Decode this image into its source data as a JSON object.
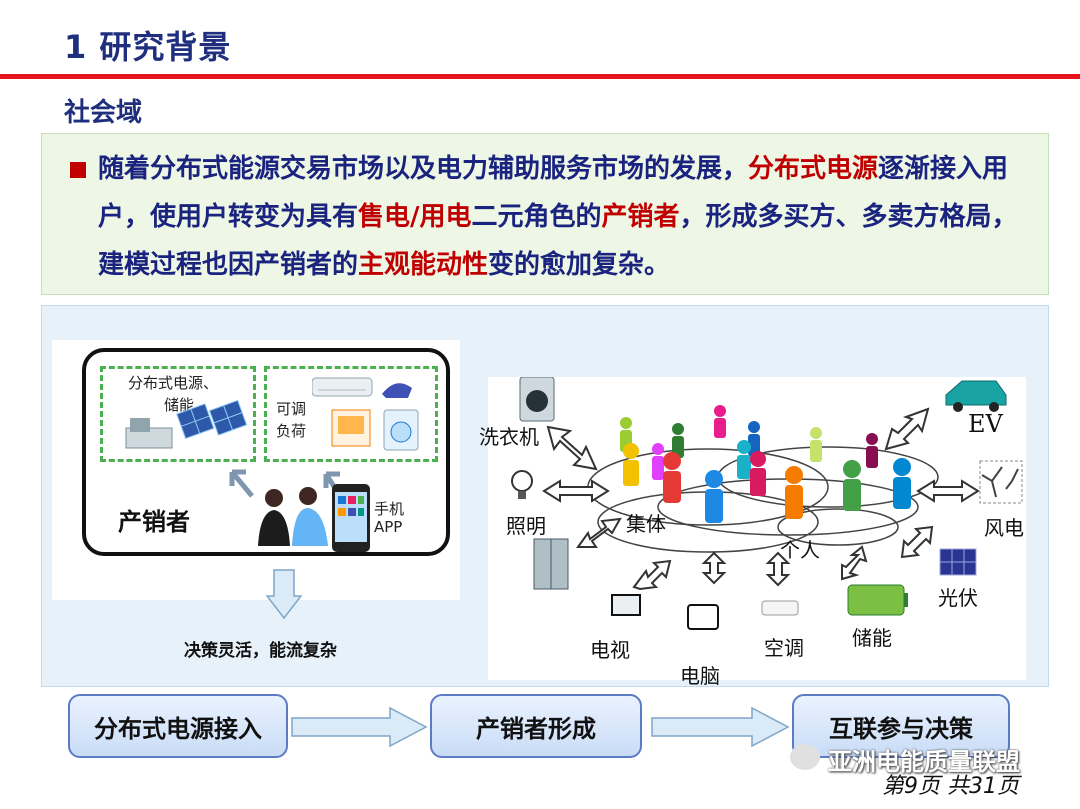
{
  "header": {
    "title": "1 研究背景"
  },
  "section": {
    "subtitle": "社会域"
  },
  "bullet": {
    "segments": [
      {
        "text": "随着分布式能源交易市场以及电力辅助服务市场的发展，",
        "color": "navy"
      },
      {
        "text": "分布式电源",
        "color": "red"
      },
      {
        "text": "逐渐接入用户，使用户转变为具有",
        "color": "navy"
      },
      {
        "text": "售电/用电",
        "color": "red"
      },
      {
        "text": "二元角色的",
        "color": "navy"
      },
      {
        "text": "产销者",
        "color": "red"
      },
      {
        "text": "，形成多买方、多卖方格局，建模过程也因产销者的",
        "color": "navy"
      },
      {
        "text": "主观能动性",
        "color": "red"
      },
      {
        "text": "变的愈加复杂。",
        "color": "navy"
      }
    ]
  },
  "left_figure": {
    "dg_label_1": "分布式电源、",
    "dg_label_2": "储能",
    "load_label_1": "可调",
    "load_label_2": "负荷",
    "prosumer_label": "产销者",
    "phone_label_1": "手机",
    "phone_label_2": "APP",
    "caption": "决策灵活，能流复杂"
  },
  "right_figure": {
    "washer": "洗衣机",
    "lighting": "照明",
    "collective": "集体",
    "individual": "个人",
    "ev": "EV",
    "wind": "风电",
    "pv": "光伏",
    "storage": "储能",
    "aircon": "空调",
    "computer": "电脑",
    "tv": "电视"
  },
  "flow": {
    "step1": "分布式电源接入",
    "step2": "产销者形成",
    "step3": "互联参与决策"
  },
  "footer": {
    "watermark": "亚洲电能质量联盟",
    "page": "第9页 共31页"
  },
  "colors": {
    "accent_red": "#e8141b",
    "navy": "#1a237e",
    "highlight_red": "#c00000"
  }
}
